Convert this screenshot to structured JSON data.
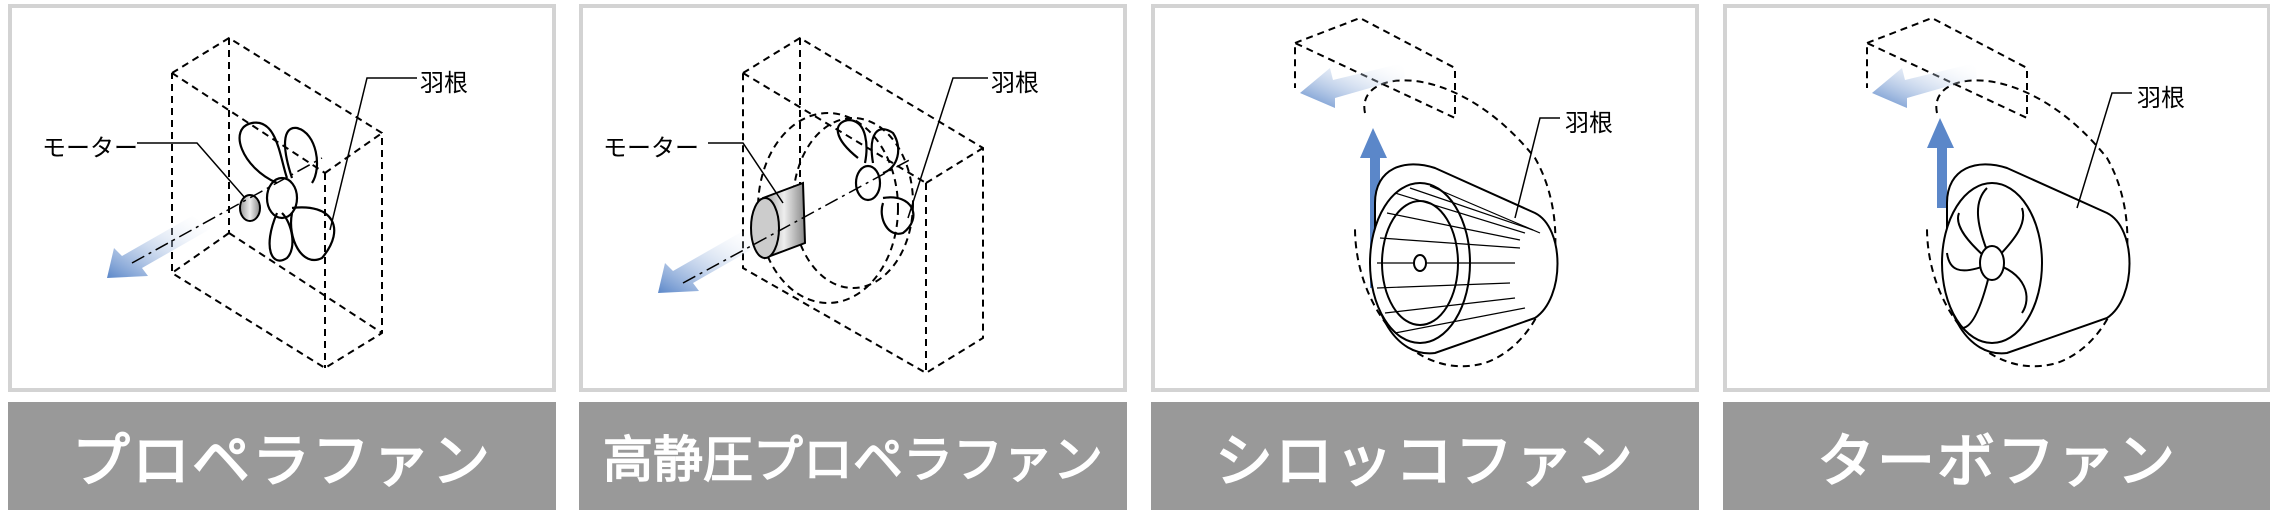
{
  "panels": [
    {
      "title": "プロペラファン",
      "callouts": {
        "motor": "モーター",
        "blade": "羽根"
      }
    },
    {
      "title": "高静圧プロペラファン",
      "callouts": {
        "motor": "モーター",
        "blade": "羽根"
      }
    },
    {
      "title": "シロッコファン",
      "callouts": {
        "blade": "羽根"
      }
    },
    {
      "title": "ターボファン",
      "callouts": {
        "blade": "羽根"
      }
    }
  ],
  "colors": {
    "label_bg": "#999999",
    "border": "#d3d3d3",
    "arrow": "#5b87c9"
  }
}
